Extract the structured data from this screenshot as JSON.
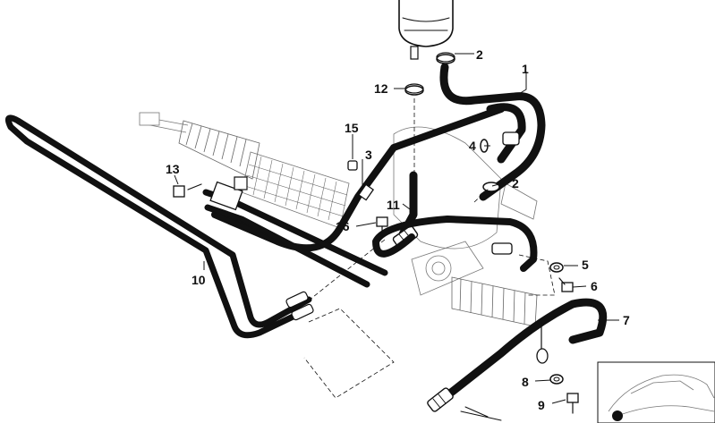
{
  "diagram": {
    "callouts": [
      {
        "label": "1"
      },
      {
        "label": "2"
      },
      {
        "label": "2"
      },
      {
        "label": "3"
      },
      {
        "label": "4"
      },
      {
        "label": "5"
      },
      {
        "label": "6"
      },
      {
        "label": "7"
      },
      {
        "label": "8"
      },
      {
        "label": "9"
      },
      {
        "label": "10"
      },
      {
        "label": "11"
      },
      {
        "label": "12"
      },
      {
        "label": "13"
      },
      {
        "label": "15"
      },
      {
        "label": "16"
      }
    ]
  }
}
